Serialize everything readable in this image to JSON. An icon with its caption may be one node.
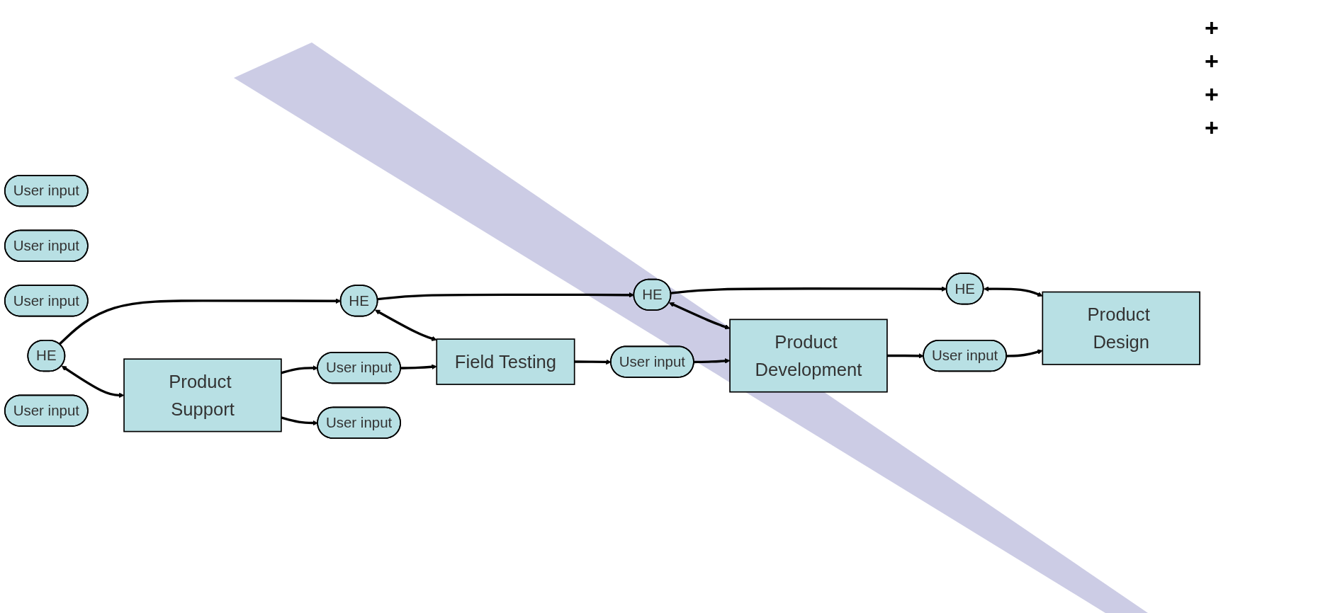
{
  "diagram": {
    "nodes": [
      {
        "text": [
          "HE"
        ]
      },
      {
        "text": [
          "Product Design"
        ]
      },
      {
        "text": [
          "User input"
        ]
      },
      {
        "text": [
          "User input"
        ]
      },
      {
        "text": [
          "HE"
        ]
      },
      {
        "text": [
          "Product Development"
        ]
      },
      {
        "text": [
          "User input"
        ]
      },
      {
        "text": [
          "User input"
        ]
      },
      {
        "text": [
          "HE"
        ]
      },
      {
        "text": [
          "Field Testing"
        ]
      },
      {
        "text": [
          "User input"
        ]
      },
      {
        "text": [
          "User input"
        ]
      },
      {
        "text": [
          "HE"
        ]
      },
      {
        "text": [
          "Product Support"
        ]
      },
      {
        "text": [
          "User input"
        ]
      },
      {
        "text": [
          "User input"
        ]
      }
    ],
    "edges": [
      {
        "from": 0,
        "to": 1,
        "arrow": "both"
      },
      {
        "from": 3,
        "to": 1,
        "arrow": "to"
      },
      {
        "from": 5,
        "to": 3,
        "arrow": "to"
      },
      {
        "from": 4,
        "to": 0,
        "arrow": "to"
      },
      {
        "from": 4,
        "to": 5,
        "arrow": "both"
      },
      {
        "from": 7,
        "to": 5,
        "arrow": "to"
      },
      {
        "from": 9,
        "to": 7,
        "arrow": "to"
      },
      {
        "from": 8,
        "to": 4,
        "arrow": "to"
      },
      {
        "from": 8,
        "to": 9,
        "arrow": "both"
      },
      {
        "from": 11,
        "to": 9,
        "arrow": "to"
      },
      {
        "from": 13,
        "to": 11,
        "arrow": "to"
      },
      {
        "from": 12,
        "to": 8,
        "arrow": "to"
      },
      {
        "from": 12,
        "to": 13,
        "arrow": "both"
      },
      {
        "from": 13,
        "to": 15,
        "arrow": "to"
      }
    ],
    "labels": [
      "+",
      "+",
      "+",
      "+"
    ]
  }
}
